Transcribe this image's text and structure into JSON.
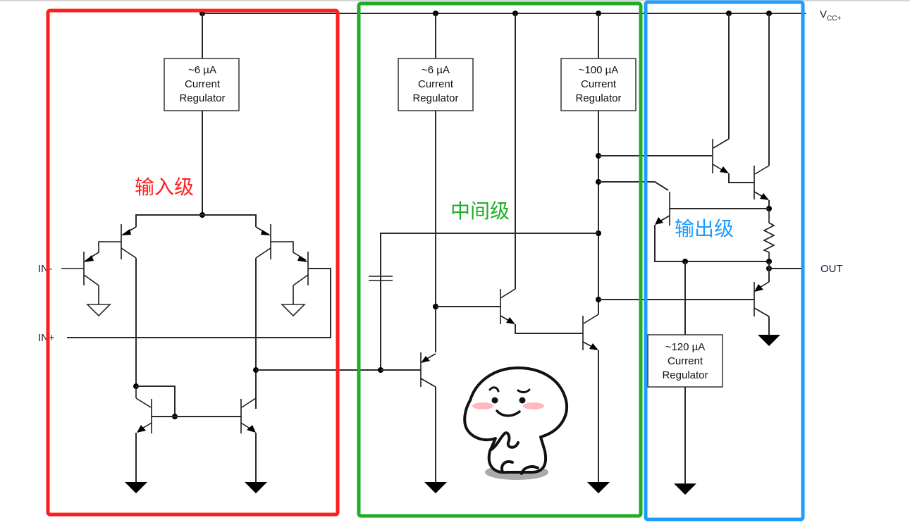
{
  "title": "Op-amp internal schematic with stage annotations",
  "stages": [
    {
      "id": "input",
      "label": "输入级",
      "color": "#ff1e1e"
    },
    {
      "id": "middle",
      "label": "中间级",
      "color": "#1fad27"
    },
    {
      "id": "output",
      "label": "输出级",
      "color": "#1e9bff"
    }
  ],
  "regulators": [
    {
      "current": "~6 µA",
      "line2": "Current",
      "line3": "Regulator",
      "stage": "input"
    },
    {
      "current": "~6 µA",
      "line2": "Current",
      "line3": "Regulator",
      "stage": "middle"
    },
    {
      "current": "~100 µA",
      "line2": "Current",
      "line3": "Regulator",
      "stage": "middle"
    },
    {
      "current": "~120 µA",
      "line2": "Current",
      "line3": "Regulator",
      "stage": "output"
    }
  ],
  "pins": {
    "vcc": {
      "main": "V",
      "sub": "CC+"
    },
    "in_minus": "IN-",
    "in_plus": "IN+",
    "out": "OUT"
  },
  "sticker": {
    "description": "thinking cartoon character",
    "blush_color": "#ffb8bf",
    "shadow_color": "#aaaaaa"
  }
}
